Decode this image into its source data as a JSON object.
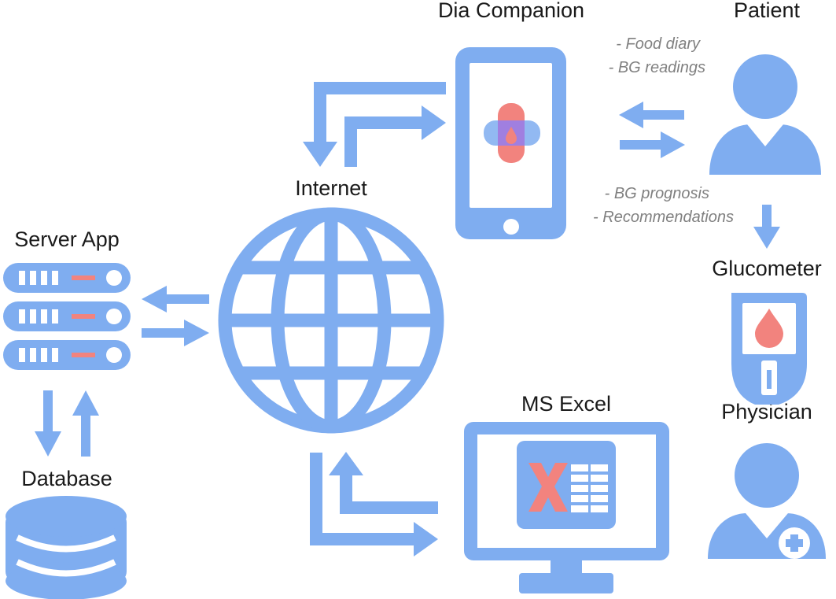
{
  "nodes": {
    "dia_companion": "Dia Companion",
    "patient": "Patient",
    "internet": "Internet",
    "server_app": "Server App",
    "glucometer": "Glucometer",
    "ms_excel": "MS Excel",
    "physician": "Physician",
    "database": "Database"
  },
  "notes": {
    "food_diary": "- Food diary",
    "bg_readings": "- BG readings",
    "bg_prognosis": "- BG prognosis",
    "recommendations": "- Recommendations"
  },
  "colors": {
    "primary": "#7fadf0",
    "accent": "#f2837e",
    "note_text": "#808080",
    "label_text": "#1a1a1a"
  },
  "icons": {
    "phone": "smartphone-icon",
    "patient": "person-icon",
    "globe": "globe-icon",
    "server": "server-rack-icon",
    "database": "database-icon",
    "glucometer": "glucometer-icon",
    "monitor": "monitor-icon",
    "excel": "excel-icon",
    "physician": "doctor-icon"
  }
}
